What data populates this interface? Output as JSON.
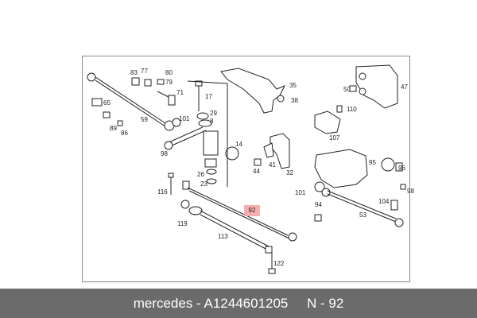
{
  "diagram": {
    "labels": [
      "83",
      "77",
      "80",
      "79",
      "71",
      "65",
      "59",
      "89",
      "86",
      "101",
      "98",
      "17",
      "29",
      "8",
      "14",
      "26",
      "23",
      "35",
      "38",
      "110",
      "50",
      "47",
      "107",
      "44",
      "41",
      "32",
      "95",
      "96",
      "101",
      "94",
      "98",
      "104",
      "53",
      "116",
      "119",
      "113",
      "122"
    ],
    "highlight_label": "92"
  },
  "footer": {
    "brand": "mercedes",
    "part_number": "A1244601205",
    "position": "N - 92"
  },
  "colors": {
    "footer_bg": "#6b6b6b",
    "highlight": "#f4a6a6"
  }
}
